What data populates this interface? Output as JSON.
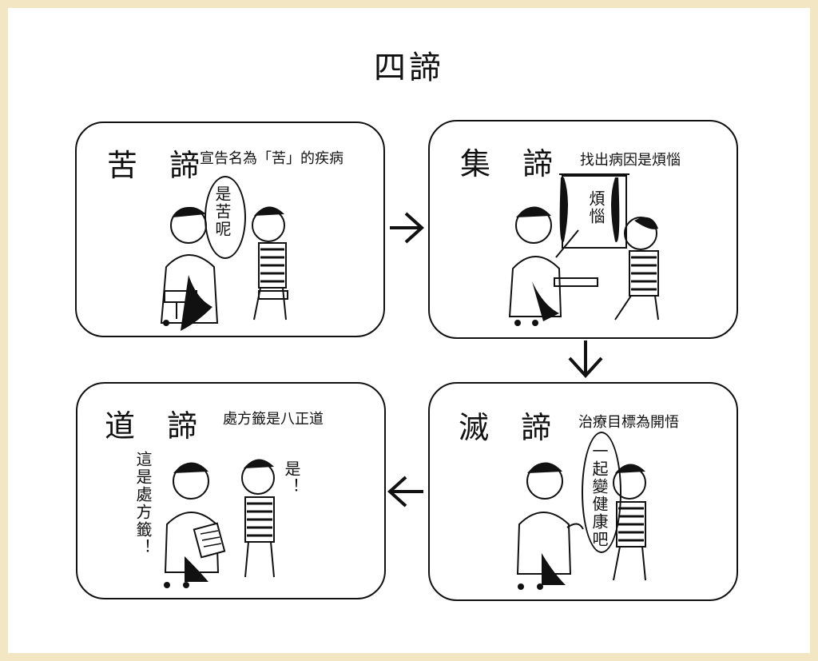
{
  "title": "四諦",
  "panels": [
    {
      "heading": "苦 諦",
      "subtitle": "宣告名為「苦」的疾病",
      "speech": "是苦呢"
    },
    {
      "heading": "集 諦",
      "subtitle": "找出病因是煩惱",
      "board": "煩惱"
    },
    {
      "heading": "道 諦",
      "subtitle": "處方籤是八正道",
      "speech_doctor": "這是處方籤！",
      "speech_patient": "是！"
    },
    {
      "heading": "滅 諦",
      "subtitle": "治療目標為開悟",
      "speech": "一起變健康吧"
    }
  ]
}
